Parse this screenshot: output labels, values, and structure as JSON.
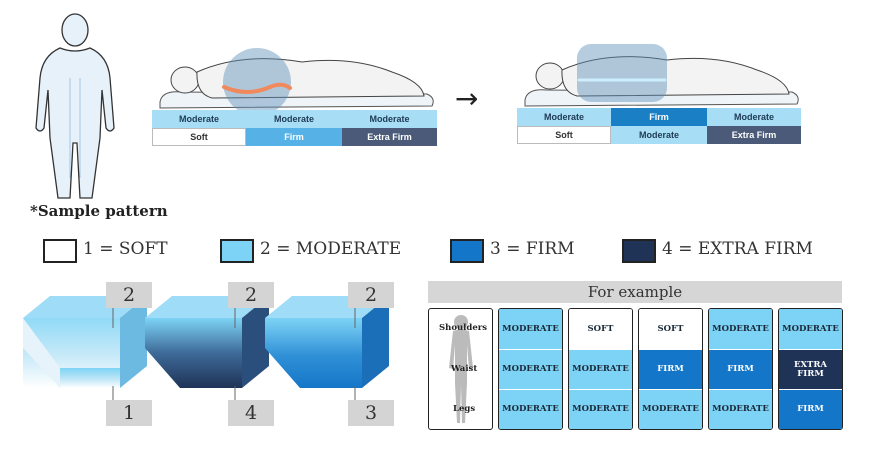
{
  "diagram_top": {
    "before": {
      "segments": [
        {
          "top": "Moderate",
          "bottom": "Soft"
        },
        {
          "top": "Moderate",
          "bottom": "Firm"
        },
        {
          "top": "Moderate",
          "bottom": "Extra Firm"
        }
      ]
    },
    "after": {
      "segments": [
        {
          "top": "Moderate",
          "bottom": "Soft"
        },
        {
          "top": "Firm",
          "bottom": "Moderate"
        },
        {
          "top": "Moderate",
          "bottom": "Extra Firm"
        }
      ]
    },
    "arrow": "→"
  },
  "sample_label": "*Sample pattern",
  "legend": [
    {
      "label": "1 = SOFT",
      "color": "#ffffff"
    },
    {
      "label": "2 = MODERATE",
      "color": "#7dd3f5"
    },
    {
      "label": "3 = FIRM",
      "color": "#1476c8"
    },
    {
      "label": "4 = EXTRA FIRM",
      "color": "#1f3357"
    }
  ],
  "blocks": [
    {
      "top": "2",
      "bottom": "1"
    },
    {
      "top": "2",
      "bottom": "4"
    },
    {
      "top": "2",
      "bottom": "3"
    }
  ],
  "example": {
    "title": "For example",
    "row_labels": [
      "Shoulders",
      "Waist",
      "Legs"
    ],
    "columns": [
      [
        "MODERATE",
        "MODERATE",
        "MODERATE"
      ],
      [
        "SOFT",
        "MODERATE",
        "MODERATE"
      ],
      [
        "SOFT",
        "FIRM",
        "MODERATE"
      ],
      [
        "MODERATE",
        "FIRM",
        "MODERATE"
      ],
      [
        "MODERATE",
        "EXTRA FIRM",
        "FIRM"
      ]
    ]
  },
  "colors": {
    "soft": "#ffffff",
    "moderate": "#7dd3f5",
    "firm": "#1476c8",
    "extra_firm": "#1f3357"
  }
}
